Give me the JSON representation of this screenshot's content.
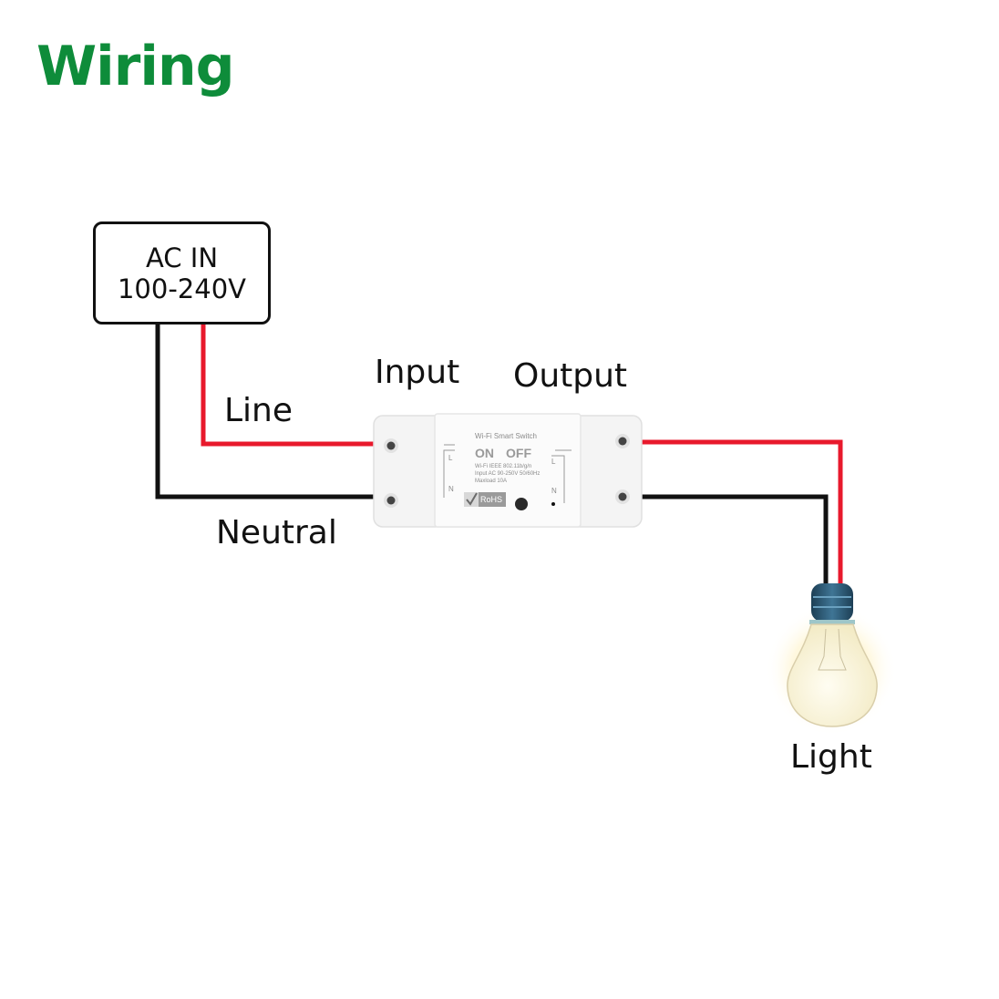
{
  "title": "Wiring",
  "power_source": {
    "line1": "AC IN",
    "line2": "100-240V"
  },
  "labels": {
    "line": "Line",
    "neutral": "Neutral",
    "input": "Input",
    "output": "Output",
    "light": "Light"
  },
  "device": {
    "name": "Wi-Fi Smart Switch",
    "on_label": "ON",
    "off_label": "OFF",
    "spec1": "Wi-Fi IEEE 802.11b/g/n",
    "spec2": "Input AC 90-250V 50/60Hz",
    "spec3": "Maxload 10A",
    "input_side": "Input",
    "output_side": "Output",
    "terminal_l": "L",
    "terminal_n": "N",
    "cert": "RoHS"
  },
  "colors": {
    "title": "#0e8c3a",
    "line_wire": "#e8192c",
    "neutral_wire": "#111111"
  }
}
